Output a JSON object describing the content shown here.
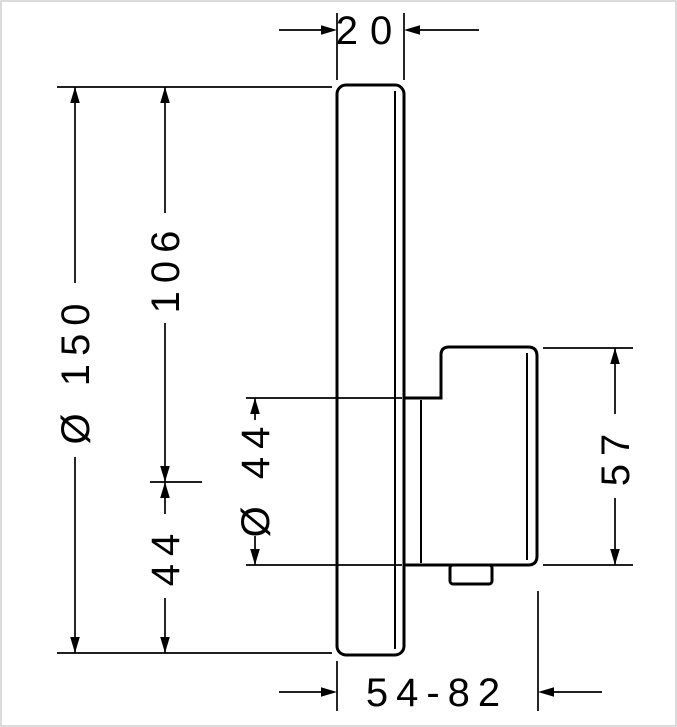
{
  "colors": {
    "line": "#000000",
    "background": "#ffffff",
    "frame": "#cfcfcf"
  },
  "dimensions": {
    "plate_thickness": "20",
    "plate_diameter": "Ø 150",
    "top_to_handle_axis": "106",
    "handle_axis_to_plate_bottom": "44",
    "handle_base_diameter": "Ø 44",
    "handle_height": "57",
    "wall_projection_range": "54-82"
  }
}
